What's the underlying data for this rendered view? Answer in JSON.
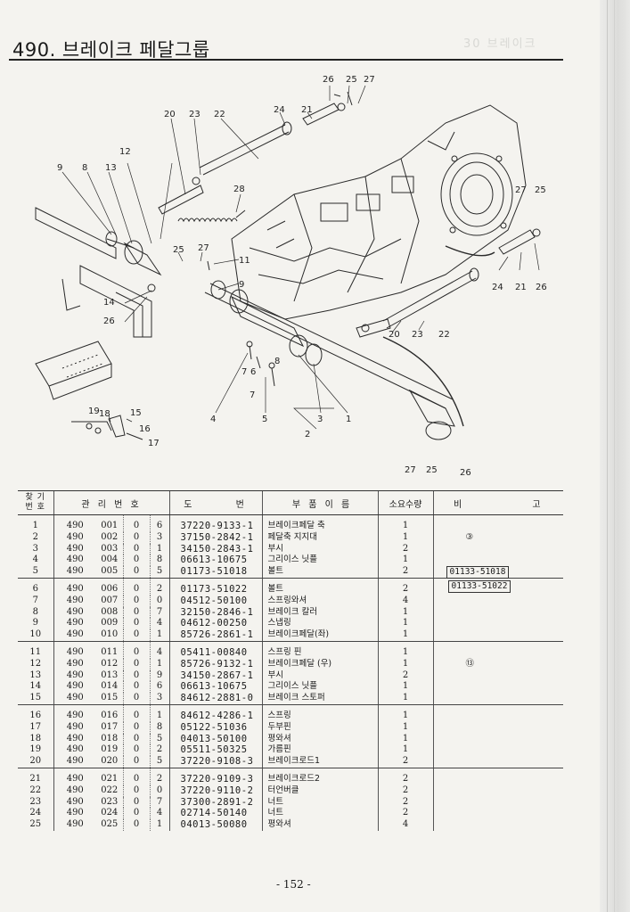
{
  "title": "490. 브레이크 페달그룹",
  "header_ghost": "30 브레이크",
  "diagram": {
    "callouts": [
      "26",
      "25",
      "27",
      "24",
      "21",
      "20",
      "23",
      "22",
      "12",
      "9",
      "8",
      "13",
      "28",
      "27",
      "25",
      "25",
      "27",
      "11",
      "9",
      "14",
      "26",
      "7",
      "6",
      "8",
      "4",
      "7",
      "5",
      "3",
      "1",
      "2",
      "19",
      "18",
      "15",
      "16",
      "17",
      "24",
      "21",
      "26",
      "20",
      "23",
      "22",
      "27",
      "25",
      "26"
    ]
  },
  "table": {
    "headers": {
      "no": "찾 기\n번 호",
      "mgmt": "관 리 번 호",
      "drawing": "도 번",
      "name": "부 품 이 름",
      "qty": "소요수량",
      "remark": "비 고"
    },
    "groups": [
      [
        {
          "no": "1",
          "a": "490",
          "b": "001",
          "c": "0",
          "d": "6",
          "pn": "37220-9133-1",
          "name": "브레이크페달 축",
          "qty": "1"
        },
        {
          "no": "2",
          "a": "490",
          "b": "002",
          "c": "0",
          "d": "3",
          "pn": "37150-2842-1",
          "name": "페달축 지지대",
          "qty": "1"
        },
        {
          "no": "3",
          "a": "490",
          "b": "003",
          "c": "0",
          "d": "1",
          "pn": "34150-2843-1",
          "name": "부시",
          "qty": "2"
        },
        {
          "no": "4",
          "a": "490",
          "b": "004",
          "c": "0",
          "d": "8",
          "pn": "06613-10675",
          "name": "그리이스 닛플",
          "qty": "1"
        },
        {
          "no": "5",
          "a": "490",
          "b": "005",
          "c": "0",
          "d": "5",
          "pn": "01173-51018",
          "name": "볼트",
          "qty": "2"
        }
      ],
      [
        {
          "no": "6",
          "a": "490",
          "b": "006",
          "c": "0",
          "d": "2",
          "pn": "01173-51022",
          "name": "볼트",
          "qty": "2"
        },
        {
          "no": "7",
          "a": "490",
          "b": "007",
          "c": "0",
          "d": "0",
          "pn": "04512-50100",
          "name": "스프링와셔",
          "qty": "4"
        },
        {
          "no": "8",
          "a": "490",
          "b": "008",
          "c": "0",
          "d": "7",
          "pn": "32150-2846-1",
          "name": "브레이크 칼러",
          "qty": "1"
        },
        {
          "no": "9",
          "a": "490",
          "b": "009",
          "c": "0",
          "d": "4",
          "pn": "04612-00250",
          "name": "스냅링",
          "qty": "1"
        },
        {
          "no": "10",
          "a": "490",
          "b": "010",
          "c": "0",
          "d": "1",
          "pn": "85726-2861-1",
          "name": "브레이크페달(좌)",
          "qty": "1"
        }
      ],
      [
        {
          "no": "11",
          "a": "490",
          "b": "011",
          "c": "0",
          "d": "4",
          "pn": "05411-00840",
          "name": "스프링 핀",
          "qty": "1"
        },
        {
          "no": "12",
          "a": "490",
          "b": "012",
          "c": "0",
          "d": "1",
          "pn": "85726-9132-1",
          "name": "브레이크페달 (우)",
          "qty": "1"
        },
        {
          "no": "13",
          "a": "490",
          "b": "013",
          "c": "0",
          "d": "9",
          "pn": "34150-2867-1",
          "name": "부시",
          "qty": "2"
        },
        {
          "no": "14",
          "a": "490",
          "b": "014",
          "c": "0",
          "d": "6",
          "pn": "06613-10675",
          "name": "그리이스 닛플",
          "qty": "1"
        },
        {
          "no": "15",
          "a": "490",
          "b": "015",
          "c": "0",
          "d": "3",
          "pn": "84612-2881-0",
          "name": "브레이크 스토퍼",
          "qty": "1"
        }
      ],
      [
        {
          "no": "16",
          "a": "490",
          "b": "016",
          "c": "0",
          "d": "1",
          "pn": "84612-4286-1",
          "name": "스프링",
          "qty": "1"
        },
        {
          "no": "17",
          "a": "490",
          "b": "017",
          "c": "0",
          "d": "8",
          "pn": "05122-51036",
          "name": "두부핀",
          "qty": "1"
        },
        {
          "no": "18",
          "a": "490",
          "b": "018",
          "c": "0",
          "d": "5",
          "pn": "04013-50100",
          "name": "평와셔",
          "qty": "1"
        },
        {
          "no": "19",
          "a": "490",
          "b": "019",
          "c": "0",
          "d": "2",
          "pn": "05511-50325",
          "name": "가름핀",
          "qty": "1"
        },
        {
          "no": "20",
          "a": "490",
          "b": "020",
          "c": "0",
          "d": "5",
          "pn": "37220-9108-3",
          "name": "브레이크로드1",
          "qty": "2"
        }
      ],
      [
        {
          "no": "21",
          "a": "490",
          "b": "021",
          "c": "0",
          "d": "2",
          "pn": "37220-9109-3",
          "name": "브레이크로드2",
          "qty": "2"
        },
        {
          "no": "22",
          "a": "490",
          "b": "022",
          "c": "0",
          "d": "0",
          "pn": "37220-9110-2",
          "name": "터언버클",
          "qty": "2"
        },
        {
          "no": "23",
          "a": "490",
          "b": "023",
          "c": "0",
          "d": "7",
          "pn": "37300-2891-2",
          "name": "너트",
          "qty": "2"
        },
        {
          "no": "24",
          "a": "490",
          "b": "024",
          "c": "0",
          "d": "4",
          "pn": "02714-50140",
          "name": "너트",
          "qty": "2"
        },
        {
          "no": "25",
          "a": "490",
          "b": "025",
          "c": "0",
          "d": "1",
          "pn": "04013-50080",
          "name": "평와셔",
          "qty": "4"
        }
      ]
    ],
    "remarks": {
      "ref_3": "③",
      "box_1": "01133-51018",
      "box_2": "01133-51022",
      "ref_13": "⑬"
    }
  },
  "page_number": "- 152 -"
}
